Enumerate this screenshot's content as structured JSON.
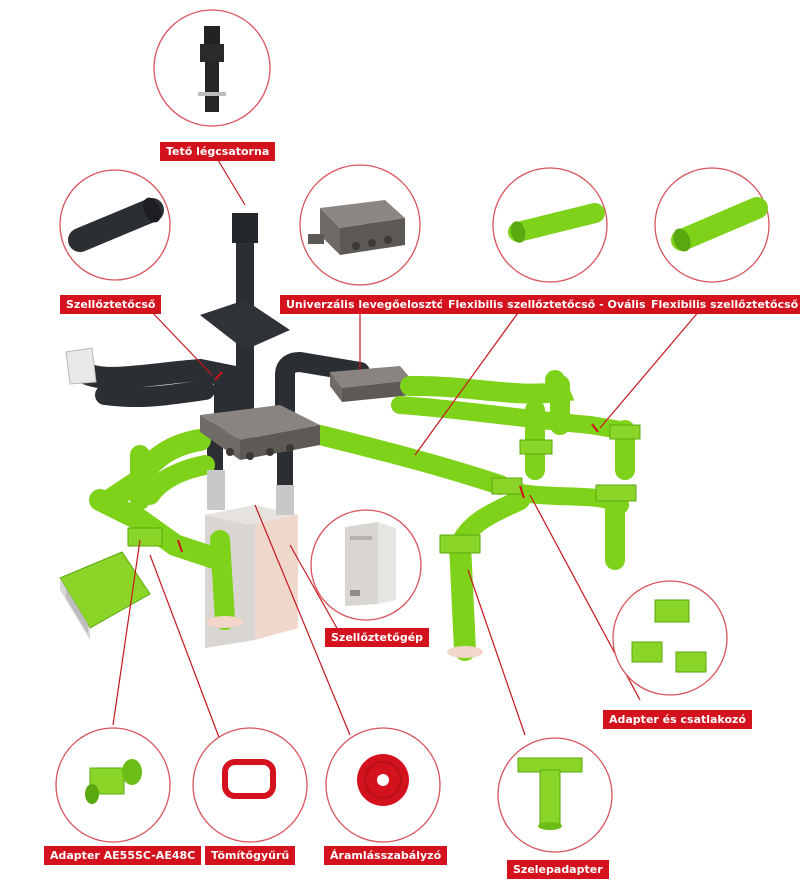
{
  "labels": {
    "roof_duct": "Tető légcsatorna",
    "vent_pipe": "Szellőztetőcső",
    "distributor": "Univerzális levegőelosztó",
    "flex_oval": "Flexibilis szellőztetőcső - Ovális",
    "flex_round": "Flexibilis szellőztetőcső",
    "ventilator": "Szellőztetőgép",
    "adapter_connector": "Adapter és csatlakozó",
    "adapter_ae": "Adapter AE55SC-AE48C",
    "seal_ring": "Tömítőgyűrű",
    "flow_regulator": "Áramlásszabályzó",
    "valve_adapter": "Szelepadapter"
  },
  "colors": {
    "label_bg": "#d3121d",
    "label_text": "#ffffff",
    "flex_green": "#7fd21a",
    "black_pipe": "#2b2e33",
    "distributor_gray": "#6f6a66",
    "unit_panel": "#d9d6d2",
    "unit_side": "#f0d7cc"
  },
  "icons": [
    "roof-duct-icon",
    "ventilation-pipe-icon",
    "air-distributor-icon",
    "flex-oval-pipe-icon",
    "flex-round-pipe-icon",
    "ventilation-unit-icon",
    "adapter-connector-icon",
    "adapter-ae-icon",
    "seal-ring-icon",
    "flow-regulator-icon",
    "valve-adapter-icon"
  ]
}
